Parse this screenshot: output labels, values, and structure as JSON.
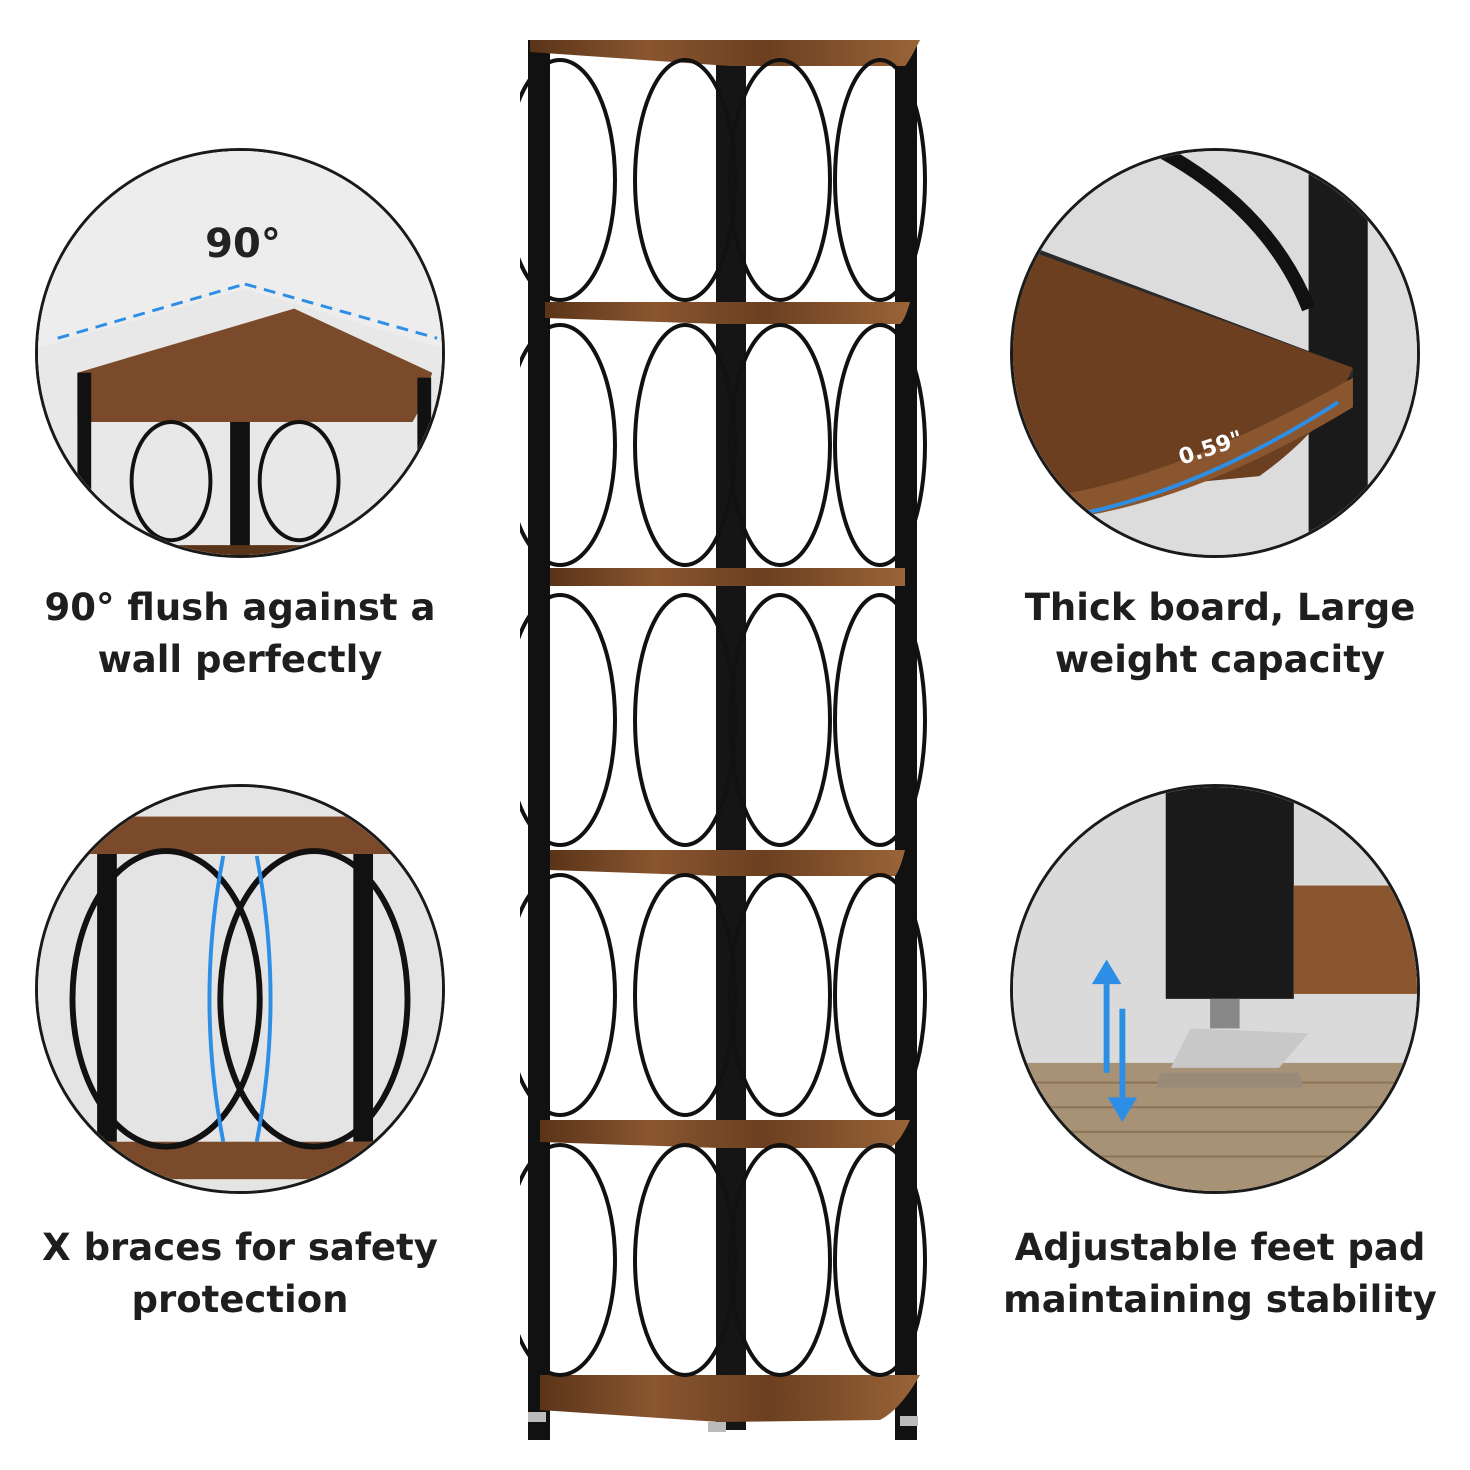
{
  "callouts": {
    "corner": {
      "angle_label": "90°",
      "caption_line1": "90° flush against a",
      "caption_line2": "wall perfectly"
    },
    "board": {
      "thickness_label": "0.59\"",
      "caption_line1": "Thick board, Large",
      "caption_line2": "weight capacity"
    },
    "braces": {
      "caption_line1": "X braces for safety",
      "caption_line2": "protection"
    },
    "feet": {
      "caption_line1": "Adjustable feet pad",
      "caption_line2": "maintaining stability"
    }
  },
  "colors": {
    "wood": "#7a4a2a",
    "wood_dark": "#5a3418",
    "frame": "#111111",
    "accent_blue": "#2d8ee6",
    "text": "#1e1e1e"
  }
}
